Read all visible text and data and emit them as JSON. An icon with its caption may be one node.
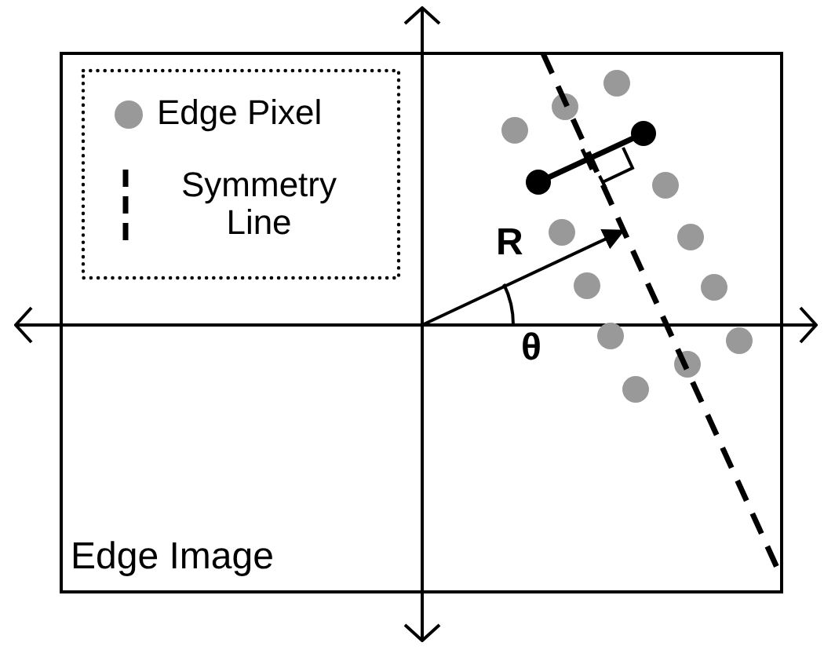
{
  "diagram": {
    "labels": [
      "R",
      "θ",
      "Edge Image"
    ],
    "legend": [
      {
        "text": "Edge Pixel",
        "color": "#999999"
      },
      {
        "text": "Symmetry Line"
      }
    ]
  }
}
